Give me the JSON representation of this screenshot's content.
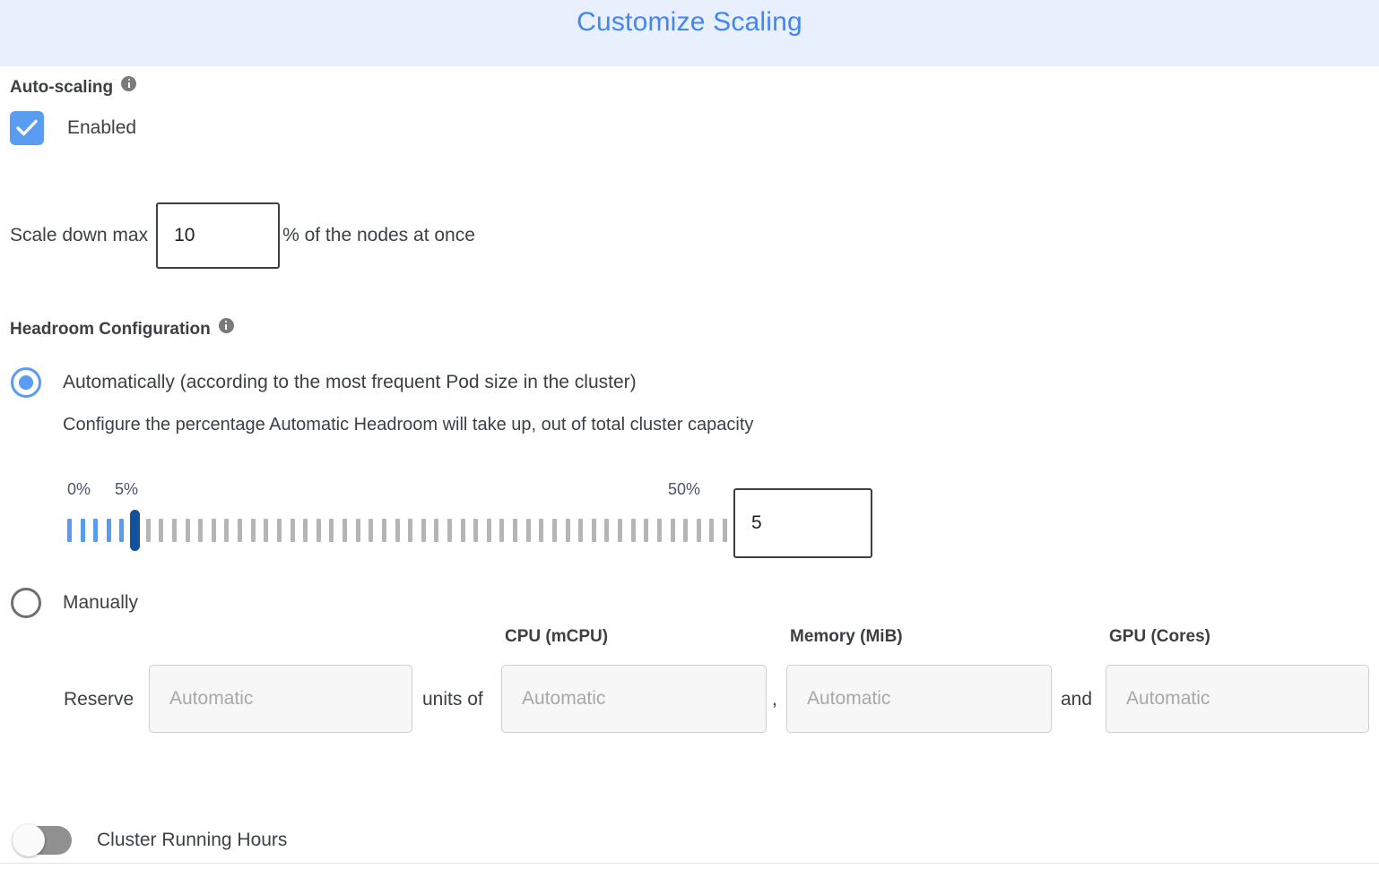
{
  "header": {
    "title": "Customize Scaling",
    "title_color": "#4285f4",
    "band_color": "#e9f0fd"
  },
  "autoscaling": {
    "section_label": "Auto-scaling",
    "info_icon": "info-icon",
    "checkbox": {
      "label": "Enabled",
      "checked": true,
      "color": "#5a9cf2"
    },
    "scale_down": {
      "prefix": "Scale down max",
      "value": "10",
      "suffix": "% of the nodes at once"
    }
  },
  "headroom": {
    "section_label": "Headroom Configuration",
    "info_icon": "info-icon",
    "options": [
      {
        "id": "automatic",
        "label": "Automatically (according to the most frequent Pod size in the cluster)",
        "selected": true
      },
      {
        "id": "manual",
        "label": "Manually",
        "selected": false
      }
    ],
    "helper_text": "Configure the percentage Automatic Headroom will take up, out of total cluster capacity",
    "slider": {
      "min_label": "0%",
      "max_label": "50%",
      "current_label": "5%",
      "min": 0,
      "max": 50,
      "value": 5,
      "tick_count": 51,
      "filled_color": "#5a9cf2",
      "empty_color": "#b5b5b5",
      "handle_color": "#12519e",
      "value_input": "5"
    },
    "manual_fields": {
      "reserve_label": "Reserve",
      "units_of_label": "units of",
      "comma_label": ",",
      "and_label": "and",
      "columns": [
        {
          "header": "",
          "placeholder": "Automatic",
          "value": "",
          "name": "reserve-units"
        },
        {
          "header": "CPU (mCPU)",
          "placeholder": "Automatic",
          "value": "",
          "name": "cpu"
        },
        {
          "header": "Memory (MiB)",
          "placeholder": "Automatic",
          "value": "",
          "name": "memory"
        },
        {
          "header": "GPU (Cores)",
          "placeholder": "Automatic",
          "value": "",
          "name": "gpu"
        }
      ]
    }
  },
  "cluster_running_hours": {
    "label": "Cluster Running Hours",
    "enabled": false,
    "track_color": "#909090"
  }
}
